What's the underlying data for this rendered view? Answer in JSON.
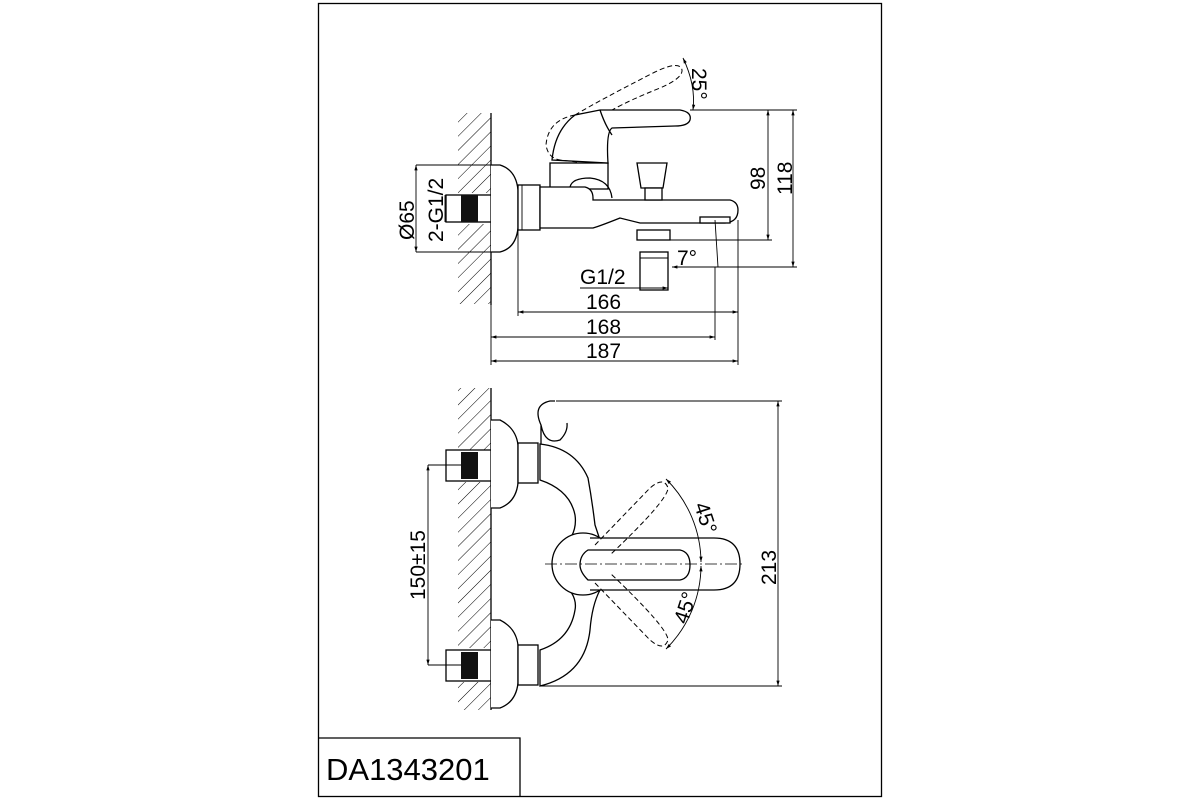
{
  "title_block": {
    "model": "DA1343201"
  },
  "side_view": {
    "dims": {
      "angle_handle": "25°",
      "height_98": "98",
      "height_118": "118",
      "escutcheon_dia": "Ø65",
      "inlet_thread": "2-G1/2",
      "outlet_thread": "G1/2",
      "spout_angle": "7°",
      "len_166": "166",
      "len_168": "168",
      "len_187": "187"
    }
  },
  "top_view": {
    "dims": {
      "centers": "150±15",
      "width_213": "213",
      "angle_up": "45°",
      "angle_down": "45°"
    }
  }
}
